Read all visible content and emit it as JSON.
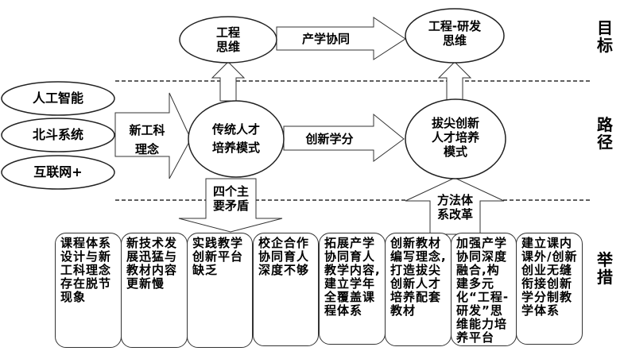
{
  "sections": {
    "goal": "目\n标",
    "path": "路\n径",
    "measures": "举\n措"
  },
  "drivers": [
    {
      "label": "人工智能"
    },
    {
      "label": "北斗系统"
    },
    {
      "label": "互联网+"
    }
  ],
  "nodes": {
    "engineering_thinking": "工程\n思维",
    "engineering_rd_thinking": "工程-研发\n思维",
    "traditional_model": "传统人才\n培养模式",
    "topnotch_model": "拔尖创新\n人才培养\n模式"
  },
  "arrows": {
    "new_engineering_concept": "新工科\n理念",
    "industry_academia": "产学协同",
    "innovation_credit": "创新学分",
    "four_contradictions": "四个主\n要矛盾",
    "method_reform": "方法体\n系改革"
  },
  "measures": [
    {
      "text": "课程体系设计与新工科理念存在脱节现象"
    },
    {
      "text": "新技术发展迅猛与教材内容更新慢"
    },
    {
      "text": "实践教学创新平台缺乏"
    },
    {
      "text": "校企合作协同育人深度不够"
    },
    {
      "text": "拓展产学协同育人教学内容,建立学年全覆盖课程体系"
    },
    {
      "text": "创新教材编写理念,打造拔尖创新人才培养配套教材"
    },
    {
      "text": "加强产学协同深度融合,构建多元化“工程-研发”思维能力培养平台"
    },
    {
      "text": "建立课内课外/创新创业无缝衔接创新学分制教学体系"
    }
  ]
}
